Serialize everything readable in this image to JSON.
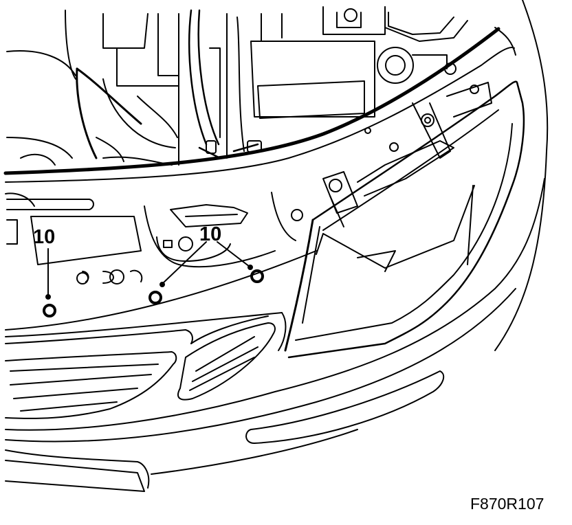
{
  "diagram": {
    "callouts": [
      {
        "id": "left",
        "label": "10"
      },
      {
        "id": "center",
        "label": "10"
      }
    ],
    "figure_code": "F870R107",
    "colors": {
      "ink": "#000000",
      "paper": "#ffffff"
    }
  }
}
